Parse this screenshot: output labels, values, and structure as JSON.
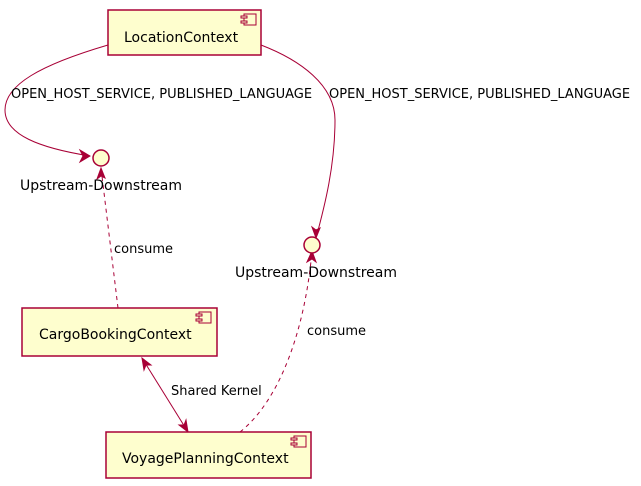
{
  "components": {
    "location_context": "LocationContext",
    "cargo_booking_context": "CargoBookingContext",
    "voyage_planning_context": "VoyagePlanningContext"
  },
  "interfaces": {
    "left_upstream_downstream": "Upstream-Downstream",
    "right_upstream_downstream": "Upstream-Downstream"
  },
  "relations": {
    "location_to_left_iface": "OPEN_HOST_SERVICE, PUBLISHED_LANGUAGE",
    "location_to_right_iface": "OPEN_HOST_SERVICE, PUBLISHED_LANGUAGE",
    "cargo_consume": "consume",
    "voyage_consume": "consume",
    "shared_kernel": "Shared Kernel"
  },
  "colors": {
    "node_fill": "#FEFECE",
    "node_border": "#A80036",
    "edge": "#A80036"
  }
}
